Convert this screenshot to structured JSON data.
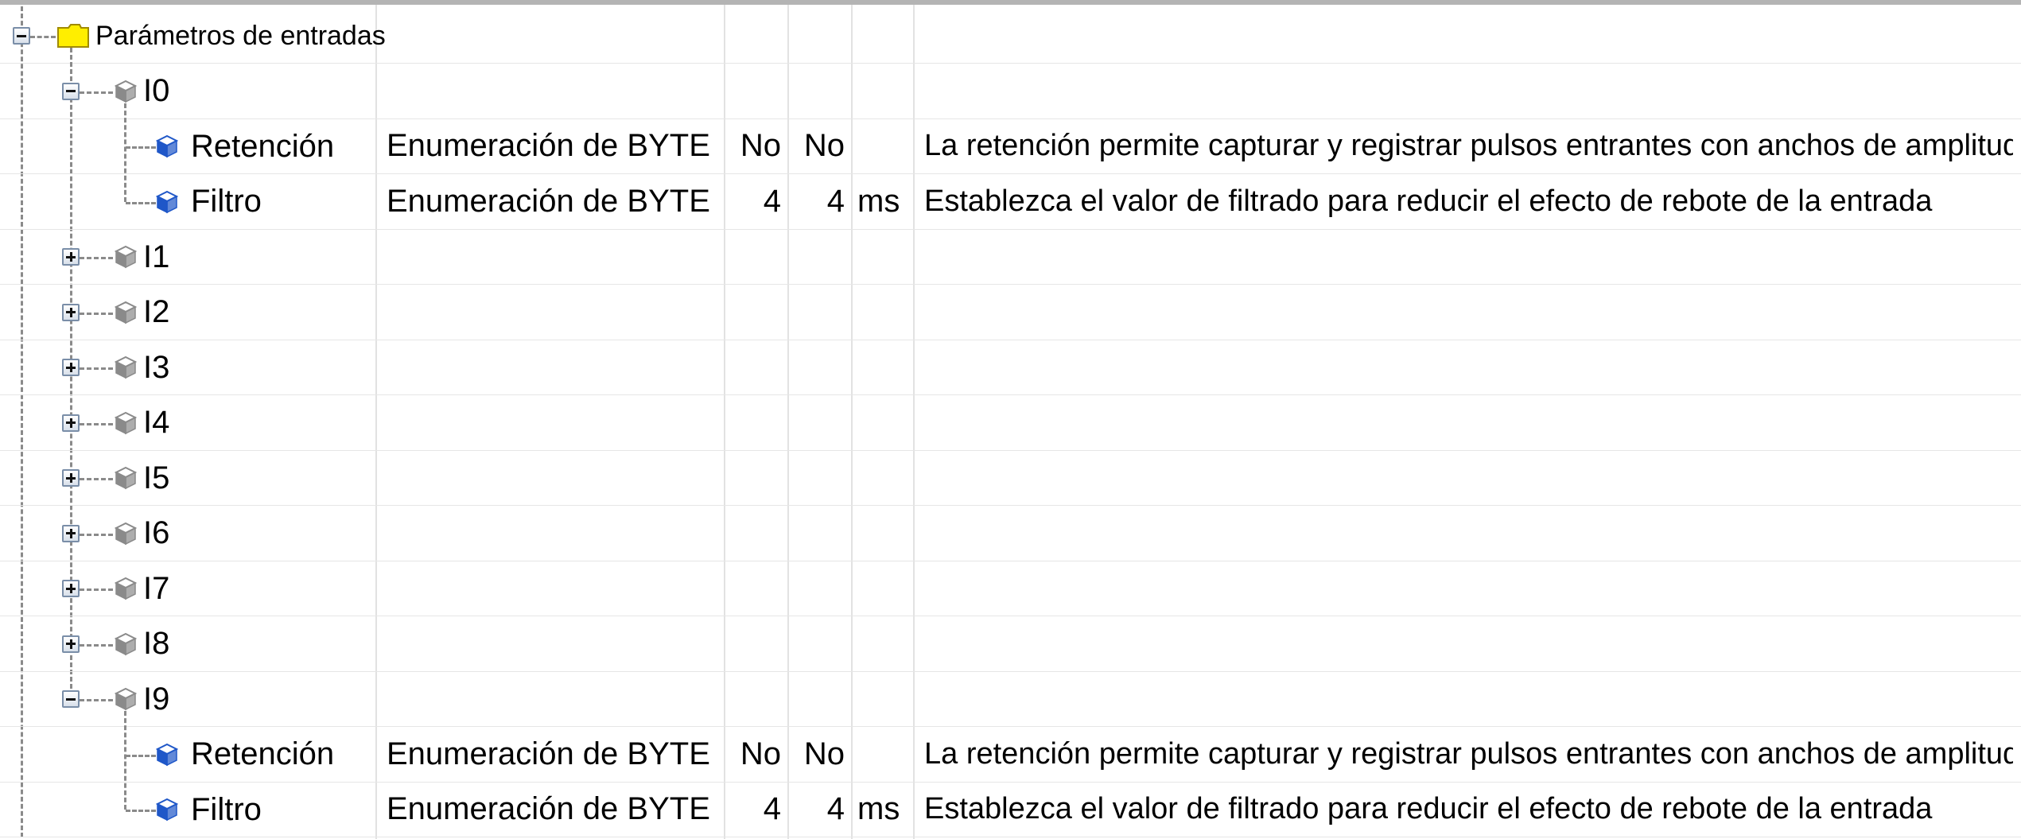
{
  "tree": {
    "root": {
      "label": "Parámetros de entradas",
      "icon": "folder-icon",
      "expanded": true
    },
    "nodes": [
      {
        "id": "I0",
        "expanded": true,
        "params": [
          {
            "name": "Retención",
            "type": "Enumeración de BYTE",
            "value": "No",
            "default": "No",
            "unit": "",
            "description": "La retención permite capturar y registrar pulsos entrantes con anchos de amplitud..."
          },
          {
            "name": "Filtro",
            "type": "Enumeración de BYTE",
            "value": "4",
            "default": "4",
            "unit": "ms",
            "description": "Establezca el valor de filtrado para reducir el efecto de rebote de la entrada"
          }
        ]
      },
      {
        "id": "I1",
        "expanded": false,
        "params": []
      },
      {
        "id": "I2",
        "expanded": false,
        "params": []
      },
      {
        "id": "I3",
        "expanded": false,
        "params": []
      },
      {
        "id": "I4",
        "expanded": false,
        "params": []
      },
      {
        "id": "I5",
        "expanded": false,
        "params": []
      },
      {
        "id": "I6",
        "expanded": false,
        "params": []
      },
      {
        "id": "I7",
        "expanded": false,
        "params": []
      },
      {
        "id": "I8",
        "expanded": false,
        "params": []
      },
      {
        "id": "I9",
        "expanded": true,
        "params": [
          {
            "name": "Retención",
            "type": "Enumeración de BYTE",
            "value": "No",
            "default": "No",
            "unit": "",
            "description": "La retención permite capturar y registrar pulsos entrantes con anchos de amplitud..."
          },
          {
            "name": "Filtro",
            "type": "Enumeración de BYTE",
            "value": "4",
            "default": "4",
            "unit": "ms",
            "description": "Establezca el valor de filtrado para reducir el efecto de rebote de la entrada"
          }
        ]
      }
    ]
  },
  "colors": {
    "folder_fill": "#ffee00",
    "folder_stroke": "#a08a00",
    "param_icon": "#1f57c8",
    "node_icon": "#8a8a8a",
    "tree_line": "#8a8a8a",
    "grid_line": "#e2e2e2"
  }
}
